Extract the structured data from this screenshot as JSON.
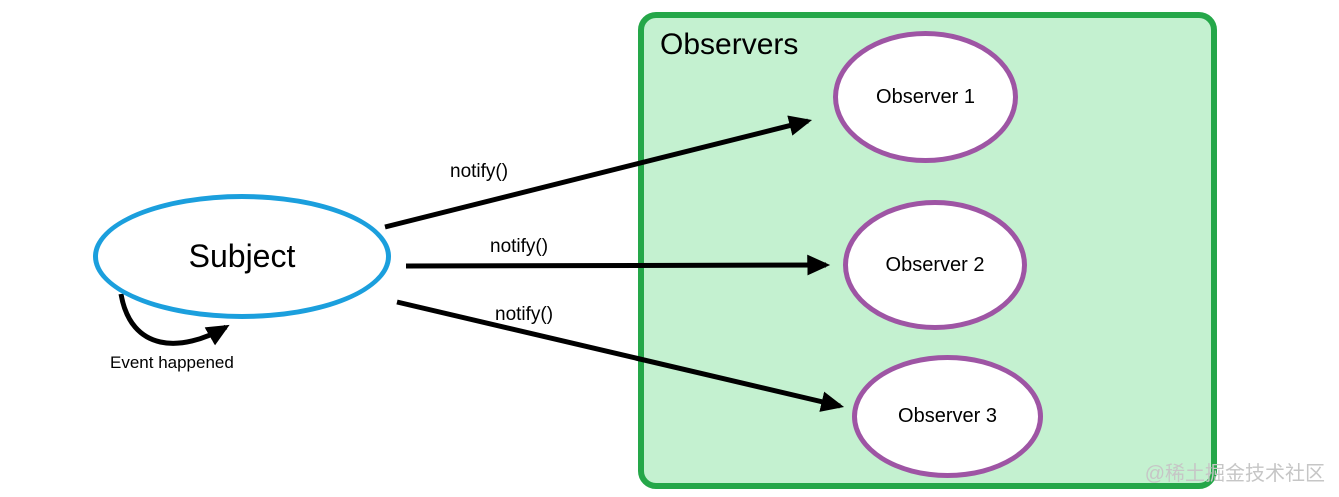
{
  "diagram": {
    "subject": {
      "label": "Subject"
    },
    "event_annotation": {
      "label": "Event happened"
    },
    "observers_box": {
      "title": "Observers"
    },
    "observers": [
      {
        "label": "Observer 1"
      },
      {
        "label": "Observer 2"
      },
      {
        "label": "Observer 3"
      }
    ],
    "notify_arrows": [
      {
        "label": "notify()"
      },
      {
        "label": "notify()"
      },
      {
        "label": "notify()"
      }
    ],
    "watermark": {
      "label": "@稀土掘金技术社区"
    },
    "colors": {
      "subject_border": "#1b9fdd",
      "observer_border": "#9e55a4",
      "box_border": "#25a749",
      "box_fill": "#c4f1d0",
      "arrow": "#000000",
      "watermark_text": "#c6c6c6"
    }
  }
}
